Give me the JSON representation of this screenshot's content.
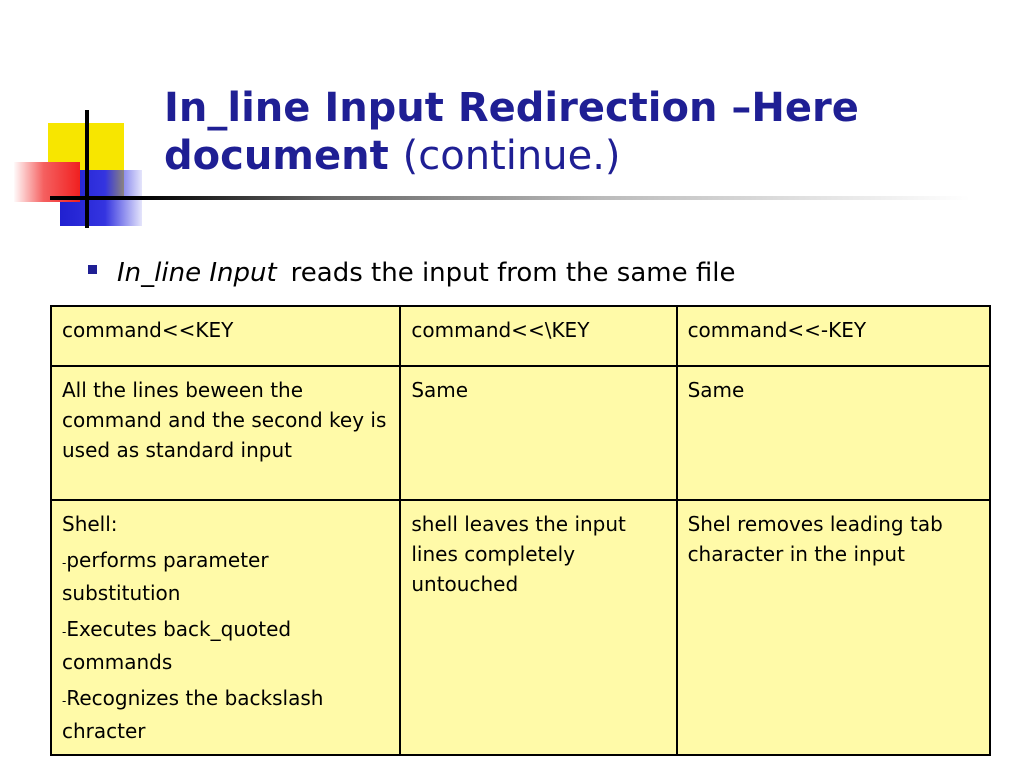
{
  "slide": {
    "title_bold": "In_line Input Redirection –Here document",
    "title_normal": "(continue.)",
    "bullet": {
      "italic": "In_line Input",
      "text": "reads the input from the same file"
    }
  },
  "table": {
    "header": [
      "command<<KEY",
      "command<<\\KEY",
      "command<<-KEY"
    ],
    "row2": [
      "All the lines beween the command and the second key is used as standard input",
      "Same",
      "Same"
    ],
    "row3": {
      "col1_title": "Shell:",
      "col1_items": [
        "performs parameter substitution",
        "Executes back_quoted commands",
        "Recognizes the backslash chracter"
      ],
      "col2": "shell leaves the input lines completely untouched",
      "col3": "Shel removes leading tab character in the input"
    }
  },
  "colors": {
    "title": "#1f1f94",
    "table_bg": "#fffaa8"
  }
}
